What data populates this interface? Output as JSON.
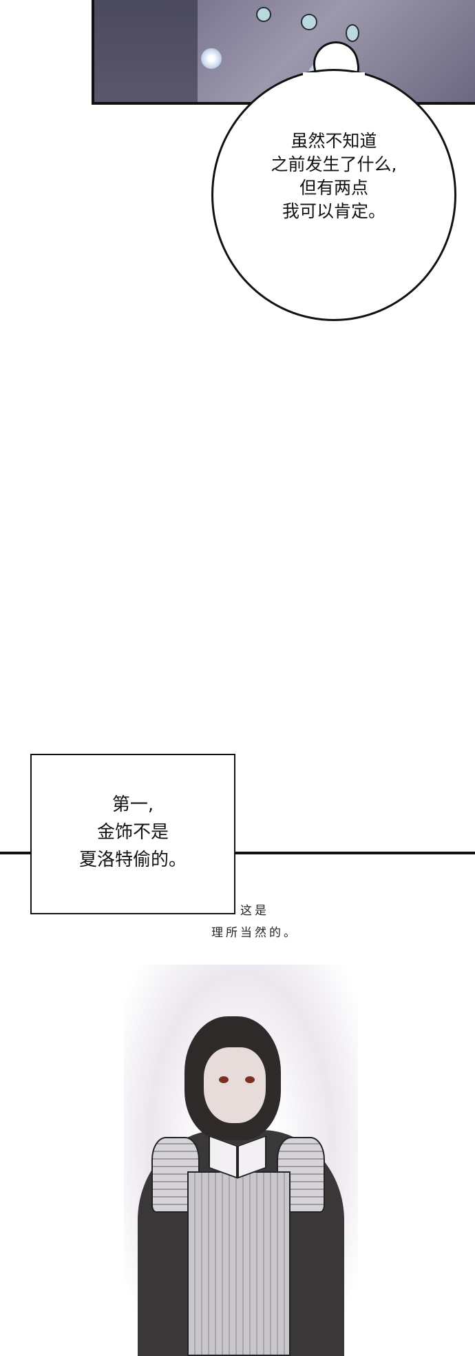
{
  "bubble": {
    "text": "虽然不知道\n之前发生了什么,\n但有两点\n我可以肯定。"
  },
  "narration": {
    "text": "第一,\n金饰不是\n夏洛特偷的。"
  },
  "handwritten_note": {
    "text": "这是\n理所当然的。"
  },
  "colors": {
    "ink": "#111111",
    "panel_shade": "#6d6a80",
    "maid_eye": "#7a3020"
  }
}
